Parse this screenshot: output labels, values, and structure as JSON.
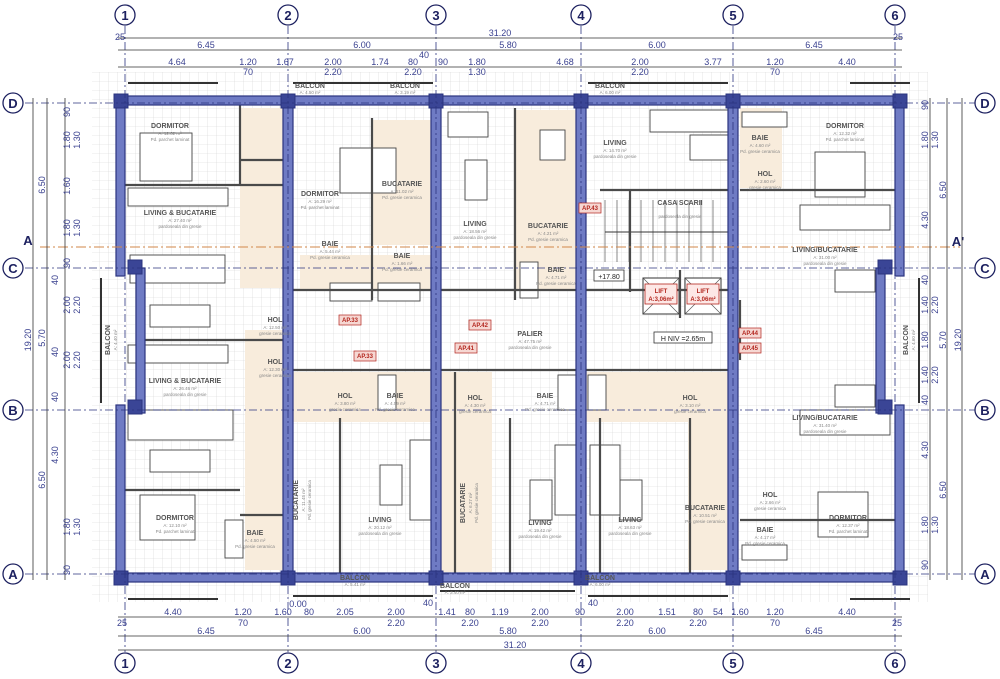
{
  "axes": {
    "columns": [
      "1",
      "2",
      "3",
      "4",
      "5",
      "6"
    ],
    "rows": [
      "D",
      "C",
      "B",
      "A"
    ],
    "section": [
      "A",
      "A'"
    ]
  },
  "dimensions": {
    "top": {
      "overall": "31.20",
      "edge": [
        "25",
        "25"
      ],
      "axes": [
        "6.45",
        "6.00",
        "5.80",
        "6.00",
        "6.45"
      ],
      "wall_offset": "40",
      "detail": [
        "4.64",
        "1.20",
        "1.67",
        "2.00",
        "1.74",
        "80",
        "90",
        "1.80",
        "4.68",
        "2.00",
        "3.77",
        "1.20",
        "4.40"
      ],
      "detail_sub": [
        "70",
        "2.20",
        "2.20",
        "1.30",
        "2.20",
        "70"
      ]
    },
    "bottom": {
      "overall": "31.20",
      "edge": [
        "25",
        "25"
      ],
      "axes": [
        "6.45",
        "6.00",
        "5.80",
        "6.00",
        "6.45"
      ],
      "level": "0.00",
      "wall_offsets": [
        "40",
        "40"
      ],
      "detail": [
        "4.40",
        "1.20",
        "1.60",
        "80",
        "2.05",
        "2.00",
        "1.41",
        "80",
        "1.19",
        "2.00",
        "90",
        "2.00",
        "1.51",
        "80",
        "54",
        "1.60",
        "1.20",
        "4.40"
      ],
      "detail_sub": [
        "70",
        "2.20",
        "2.20",
        "2.20",
        "2.20",
        "2.20",
        "70"
      ]
    },
    "left": {
      "overall": "19.20",
      "axes": [
        "6.50",
        "5.70",
        "6.50"
      ],
      "mid": [
        "40",
        "40",
        "40",
        "4.30"
      ],
      "detail": [
        "90",
        "1.80",
        "1.60",
        "1.80",
        "90",
        "2.00",
        "2.00",
        "1.80",
        "90"
      ],
      "detail_sub": [
        "1.30",
        "1.30",
        "2.20",
        "2.20",
        "1.30"
      ]
    },
    "right": {
      "overall": "19.20",
      "axes": [
        "6.50",
        "5.70",
        "6.50"
      ],
      "detail": [
        "90",
        "1.80",
        "4.30",
        "40",
        "1.40",
        "1.80",
        "1.40",
        "40",
        "4.30",
        "1.80",
        "90"
      ],
      "detail_sub": [
        "1.30",
        "2.20",
        "2.20",
        "1.30"
      ]
    }
  },
  "rooms": [
    {
      "name": "DORMITOR",
      "area": "A: 12.62 m²",
      "finish": "Pd. parchet laminat"
    },
    {
      "name": "LIVING & BUCATARIE",
      "area": "A: 27.40 m²",
      "finish": "pardoseala din gresie"
    },
    {
      "name": "DORMITOR",
      "area": "A: 16.29 m²",
      "finish": "Pd. parchet laminat"
    },
    {
      "name": "BAIE",
      "area": "A: 5.44 m²",
      "finish": "Pd. gresie ceramica"
    },
    {
      "name": "BAIE",
      "area": "A: 1.66 m²",
      "finish": "Pd. gresie ceramica"
    },
    {
      "name": "BUCATARIE",
      "area": "A: 11.02 m²",
      "finish": "Pd. gresie ceramica"
    },
    {
      "name": "LIVING",
      "area": "A: 18.56 m²",
      "finish": "pardoseala din gresie"
    },
    {
      "name": "BUCATARIE",
      "area": "A: 4.21 m²",
      "finish": "Pd. gresie ceramica"
    },
    {
      "name": "LIVING",
      "area": "A: 14.70 m²",
      "finish": "pardoseala din gresie"
    },
    {
      "name": "CASA SCARII",
      "area": "",
      "finish": "pardoseala din gresie"
    },
    {
      "name": "BAIE",
      "area": "A: 4.71 m²",
      "finish": "Pd. gresie ceramica"
    },
    {
      "name": "BAIE",
      "area": "A: 4.60 m²",
      "finish": "Pd. gresie ceramica"
    },
    {
      "name": "HOL",
      "area": "A: 2.60 m²",
      "finish": "gresie ceramica"
    },
    {
      "name": "DORMITOR",
      "area": "A: 12.32 m²",
      "finish": "Pd. parchet laminat"
    },
    {
      "name": "LIVING/BUCATARIE",
      "area": "A: 31.00 m²",
      "finish": "pardoseala din gresie"
    },
    {
      "name": "HOL",
      "area": "A: 12.50 m²",
      "finish": "gresie ceramica"
    },
    {
      "name": "HOL",
      "area": "A: 12.30 m²",
      "finish": "gresie ceramica"
    },
    {
      "name": "LIVING & BUCATARIE",
      "area": "A: 26.46 m²",
      "finish": "pardoseala din gresie"
    },
    {
      "name": "PALIER",
      "area": "A: 47.75 m²",
      "finish": "pardoseala din gresie"
    },
    {
      "name": "HOL",
      "area": "A: 3.80 m²",
      "finish": "gresie ceramica"
    },
    {
      "name": "BAIE",
      "area": "A: 4.59 m²",
      "finish": "Pd. gresie ceramica"
    },
    {
      "name": "HOL",
      "area": "A: 4.30 m²",
      "finish": "gresie ceramica"
    },
    {
      "name": "BAIE",
      "area": "A: 4.71 m²",
      "finish": "Pd. gresie ceramica"
    },
    {
      "name": "HOL",
      "area": "A: 3.10 m²",
      "finish": "gresie ceramica"
    },
    {
      "name": "LIVING/BUCATARIE",
      "area": "A: 31.40 m²",
      "finish": "pardoseala din gresie"
    },
    {
      "name": "DORMITOR",
      "area": "A: 12.10 m²",
      "finish": "Pd. parchet laminat"
    },
    {
      "name": "BAIE",
      "area": "A: 4.50 m²",
      "finish": "Pd. gresie ceramica"
    },
    {
      "name": "BUCATARIE",
      "area": "A: 11.45 m²",
      "finish": "Pd. gresie ceramica"
    },
    {
      "name": "LIVING",
      "area": "A: 20.12 m²",
      "finish": "pardoseala din gresie"
    },
    {
      "name": "BUCATARIE",
      "area": "A: 6.27 m²",
      "finish": "Pd. gresie ceramica"
    },
    {
      "name": "LIVING",
      "area": "A: 19.42 m²",
      "finish": "pardoseala din gresie"
    },
    {
      "name": "LIVING",
      "area": "A: 18.63 m²",
      "finish": "pardoseala din gresie"
    },
    {
      "name": "BUCATARIE",
      "area": "A: 10.51 m²",
      "finish": "Pd. gresie ceramica"
    },
    {
      "name": "HOL",
      "area": "A: 2.66 m²",
      "finish": "gresie ceramica"
    },
    {
      "name": "BAIE",
      "area": "A: 4.17 m²",
      "finish": "Pd. gresie ceramica"
    },
    {
      "name": "DORMITOR",
      "area": "A: 12.37 m²",
      "finish": "Pd. parchet laminat"
    }
  ],
  "balconies": [
    {
      "name": "BALCON",
      "area": "A: 4.50 m²"
    },
    {
      "name": "BALCON",
      "area": "A: 3.19 m²"
    },
    {
      "name": "BALCON",
      "area": "A: 6.00 m²"
    },
    {
      "name": "BALCON",
      "area": "A: 5.41 m²"
    },
    {
      "name": "BALCON",
      "area": "A: 3.40 m²"
    },
    {
      "name": "BALCON",
      "area": "A: 6.00 m²"
    },
    {
      "name": "BALCON",
      "area": "A: 4.40 m²"
    },
    {
      "name": "BALCON",
      "area": "A: 4.60 m²"
    }
  ],
  "stair_core": {
    "level_mark": "+17.80",
    "floor_height": "H NIV =2.65m",
    "lifts": [
      {
        "name": "LIFT",
        "area": "A:3,06m²"
      },
      {
        "name": "LIFT",
        "area": "A:3,06m²"
      }
    ]
  },
  "apartment_tags": [
    "AP.33",
    "AP.33",
    "AP.42",
    "AP.41",
    "AP.43",
    "AP.44",
    "AP.45"
  ],
  "colors": {
    "wall": "#6f7bc4",
    "wall_edge": "#2b347f",
    "dimension": "#3b4290",
    "tile": "#f8ecdc",
    "grid": "#d2d2d2",
    "section_line": "#d2874a"
  }
}
